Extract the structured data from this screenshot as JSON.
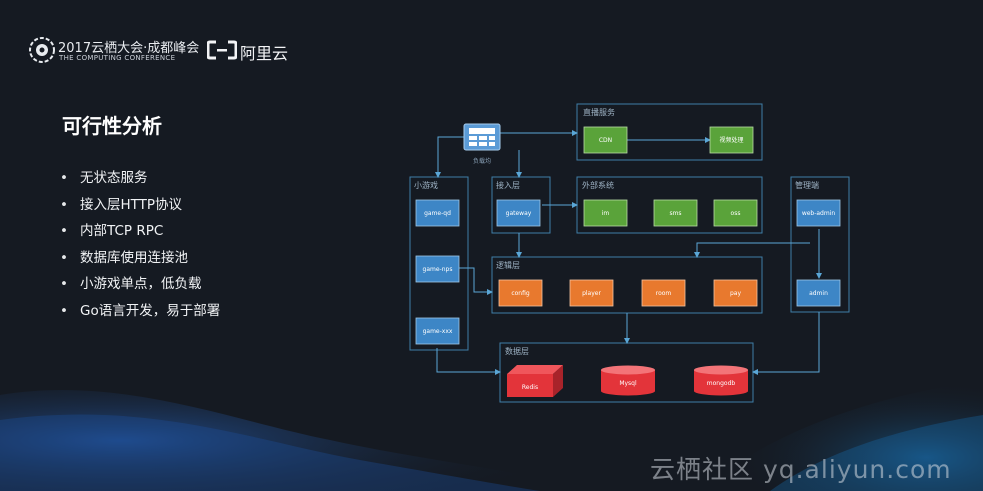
{
  "header": {
    "conference_title": "2017云栖大会·成都峰会",
    "conference_subtitle": "THE COMPUTING CONFERENCE",
    "brand_name": "阿里云"
  },
  "slide": {
    "title": "可行性分析",
    "bullets": [
      "无状态服务",
      "接入层HTTP协议",
      "内部TCP RPC",
      "数据库使用连接池",
      "小游戏单点，低负载",
      "Go语言开发，易于部署"
    ]
  },
  "diagram": {
    "lb_label": "负载均",
    "groups": {
      "live": "直播服务",
      "mini_games": "小游戏",
      "access": "接入层",
      "external": "外部系统",
      "admin": "管理端",
      "logic": "逻辑层",
      "data": "数据层"
    },
    "nodes": {
      "cdn": "CDN",
      "video_processing": "视频处理",
      "game_qd": "game-qd",
      "game_nps": "game-nps",
      "game_xxx": "game-xxx",
      "gateway": "gateway",
      "im": "im",
      "sms": "sms",
      "oss": "oss",
      "web_admin": "web-admin",
      "admin": "admin",
      "config": "config",
      "player": "player",
      "room": "room",
      "pay": "pay",
      "redis": "Redis",
      "mysql": "Mysql",
      "mongodb": "mongodb"
    }
  },
  "watermark": "云栖社区 yq.aliyun.com",
  "colors": {
    "background": "#151a22",
    "group_border": "#3f7fa8",
    "line": "#5aa6d6",
    "blue_node": "#3d86c6",
    "green_node": "#5aa33a",
    "orange_node": "#e8792e",
    "red_node": "#e3343a"
  }
}
